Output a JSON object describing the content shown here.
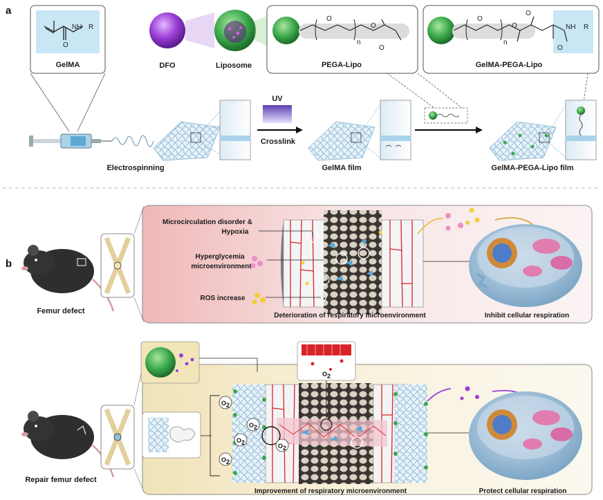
{
  "panels": {
    "a": "a",
    "b": "b"
  },
  "section_a": {
    "gelma": "GelMA",
    "dfo": "DFO",
    "liposome": "Liposome",
    "pega_lipo": "PEGA-Lipo",
    "gelma_pega_lipo": "GelMA-PEGA-Lipo",
    "uv": "UV",
    "crosslink": "Crosslink",
    "electrospinning": "Electrospinning",
    "gelma_film": "GelMA film",
    "gelma_pega_lipo_film": "GelMA-PEGA-Lipo film",
    "chem": {
      "nh": "NH",
      "r": "R",
      "o": "O",
      "n": "n"
    }
  },
  "section_b_top": {
    "femur_defect": "Femur defect",
    "microcirculation_1": "Microcirculation disorder &",
    "microcirculation_2": "Hypoxia",
    "hyperglycemia_1": "Hyperglycemia",
    "hyperglycemia_2": "microenvironment",
    "ros": "ROS increase",
    "deterioration": "Deterioration of respiratory microenvironment",
    "inhibit": "Inhibit cellular respiration"
  },
  "section_b_bottom": {
    "repair": "Repair femur defect",
    "o2": "O",
    "o2_sub": "2",
    "improvement": "Improvement of respiratory microenvironment",
    "protect": "Protect cellular respiration"
  },
  "colors": {
    "chem_box": "#c9e6f5",
    "pink_panel": "#f2c9c9",
    "cream_panel": "#f4ecd0",
    "liposome_green": "#3aa84a",
    "dfo_purple": "#9b3fd6",
    "vessel_red": "#d9232a",
    "film_blue": "#9ec8e0",
    "cell_blue": "#8fb6d4"
  }
}
